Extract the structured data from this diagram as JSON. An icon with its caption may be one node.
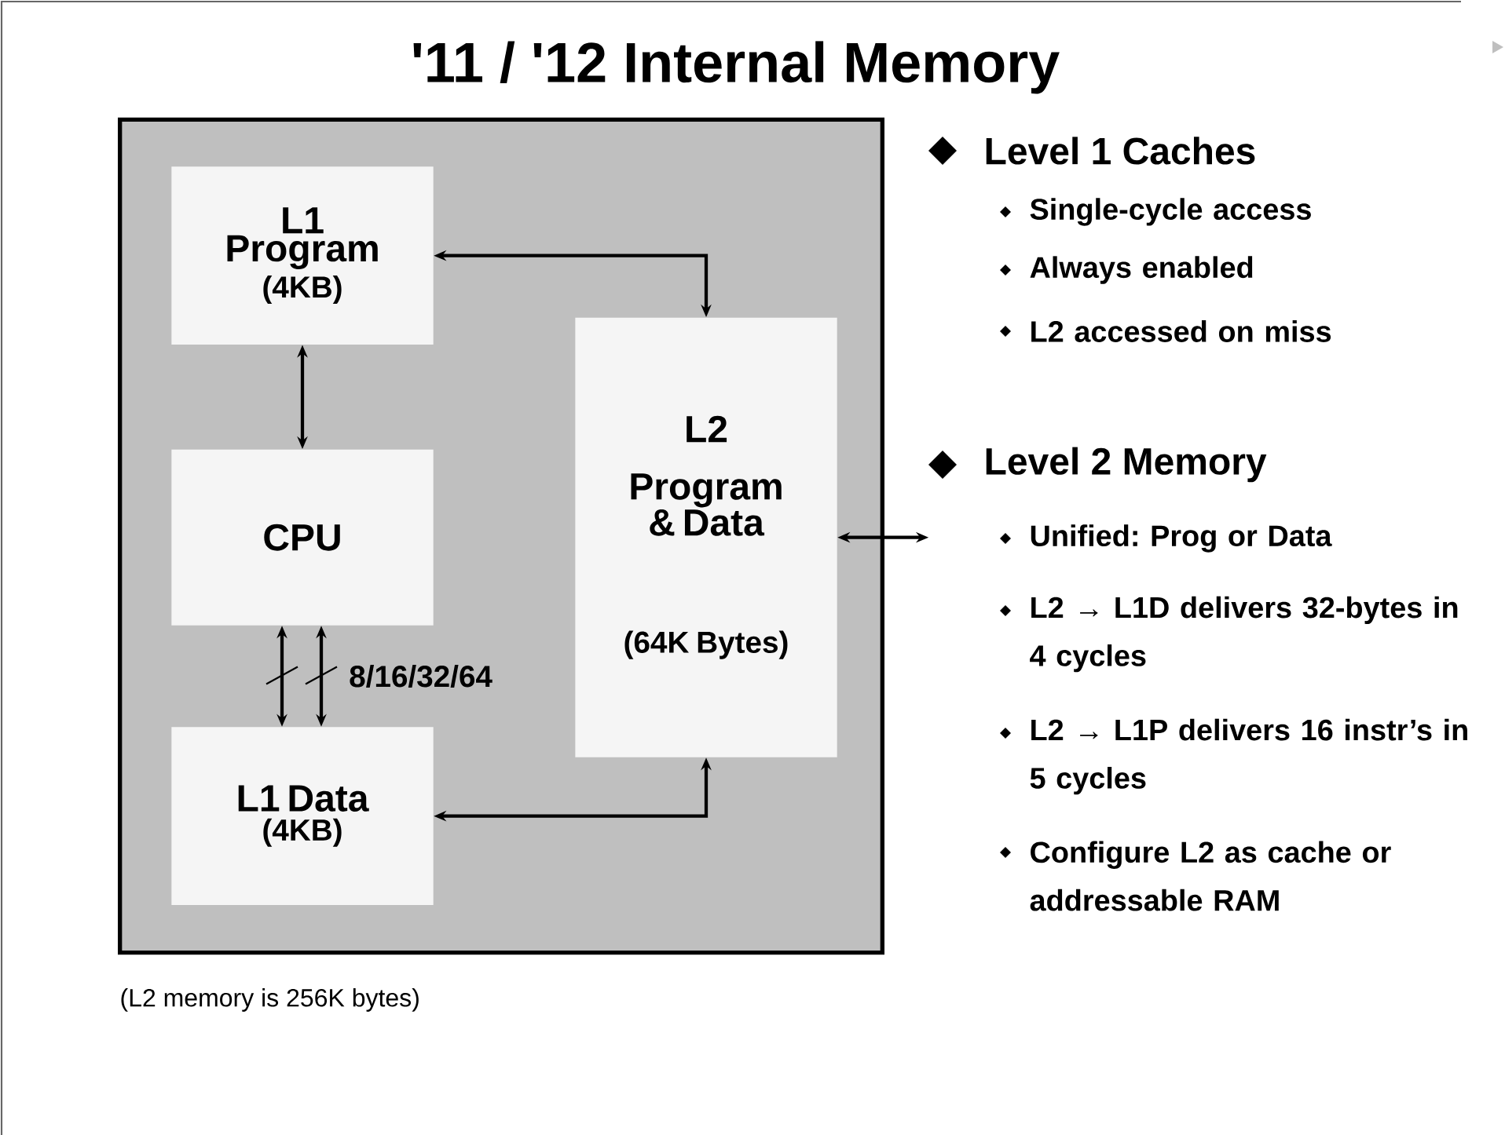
{
  "diagram": {
    "title": "'11 / '12 Internal Memory",
    "caption": "(L2 memory is 256K bytes)",
    "nodes": [
      {
        "text": [],
        "shape": "box"
      },
      {
        "text": [
          "L1 Program",
          "(4KB)"
        ],
        "in": 0
      },
      {
        "text": [
          "L2",
          "Program & Data",
          "(64K Bytes)"
        ],
        "in": 0
      },
      {
        "text": [
          "CPU"
        ],
        "in": 0
      },
      {
        "text": [
          "L1 Data",
          "(4KB)"
        ],
        "in": 0
      }
    ],
    "edges": [
      {
        "from": 1,
        "to": 2,
        "arrow": "both"
      },
      {
        "from": 1,
        "to": 3,
        "arrow": "both"
      },
      {
        "from": 3,
        "to": 4,
        "arrow": "both"
      },
      {
        "from": 3,
        "to": 4,
        "arrow": "both",
        "label": "8/16/32/64"
      },
      {
        "from": 4,
        "to": 2,
        "arrow": "both"
      },
      {
        "from": 2,
        "to": null,
        "arrow": "both"
      }
    ],
    "labels": [
      "Level 1 Caches",
      "Single-cycle access",
      "Always enabled",
      "L2 accessed on miss",
      "Level 2 Memory",
      "Unified: Prog or Data",
      "L2 → L1D delivers 32-bytes in 4 cycles",
      "L2 → L1P delivers 16 instr’s in 5 cycles",
      "Configure L2 as cache or addressable RAM"
    ]
  }
}
